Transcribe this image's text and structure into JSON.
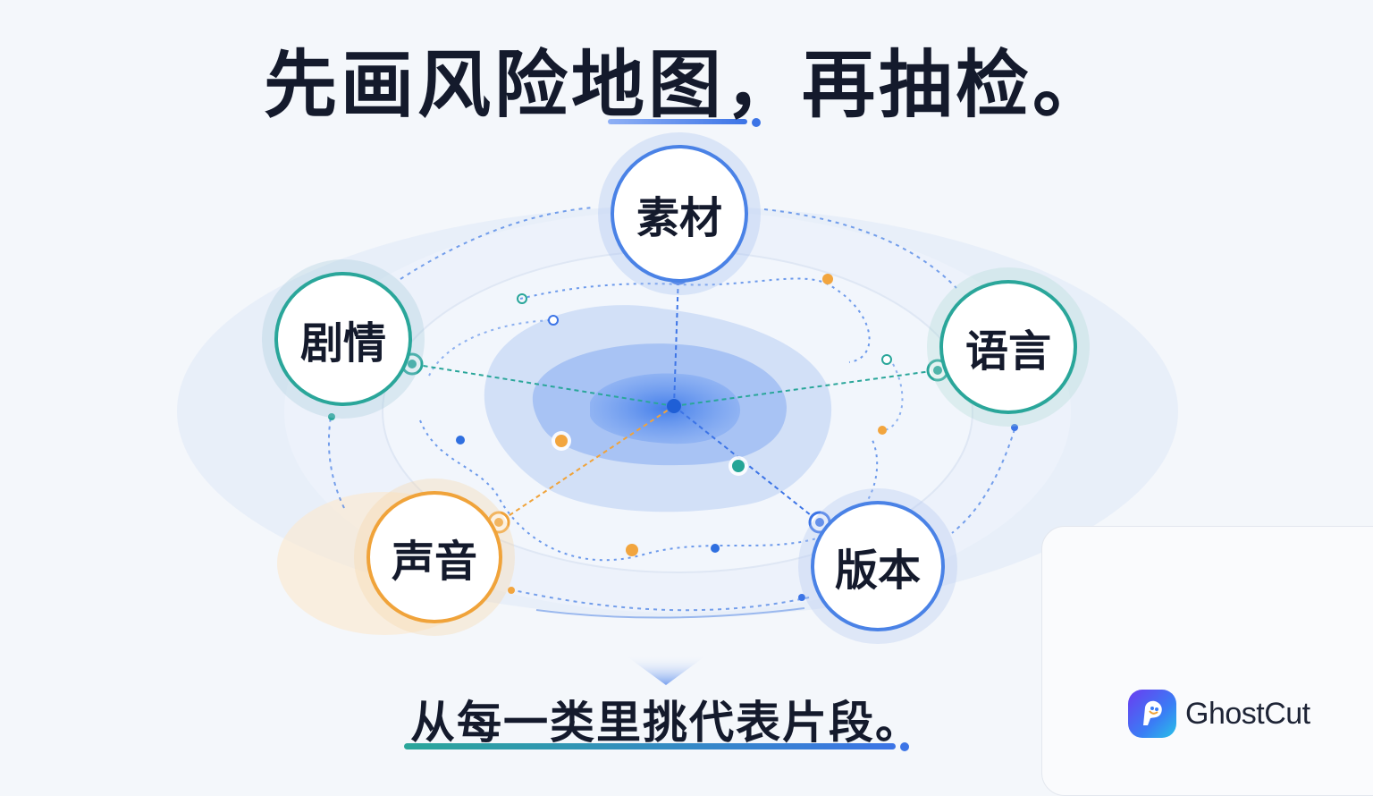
{
  "title": "先画风险地图，再抽检。",
  "caption": "从每一类里挑代表片段。",
  "nodes": {
    "material": "素材",
    "plot": "剧情",
    "language": "语言",
    "audio": "声音",
    "version": "版本"
  },
  "brand": {
    "name": "GhostCut"
  },
  "colors": {
    "blue": "#4a82e6",
    "teal": "#2aa69a",
    "orange": "#f0a33a",
    "center": "#2f6fe0",
    "text": "#141a2c"
  }
}
